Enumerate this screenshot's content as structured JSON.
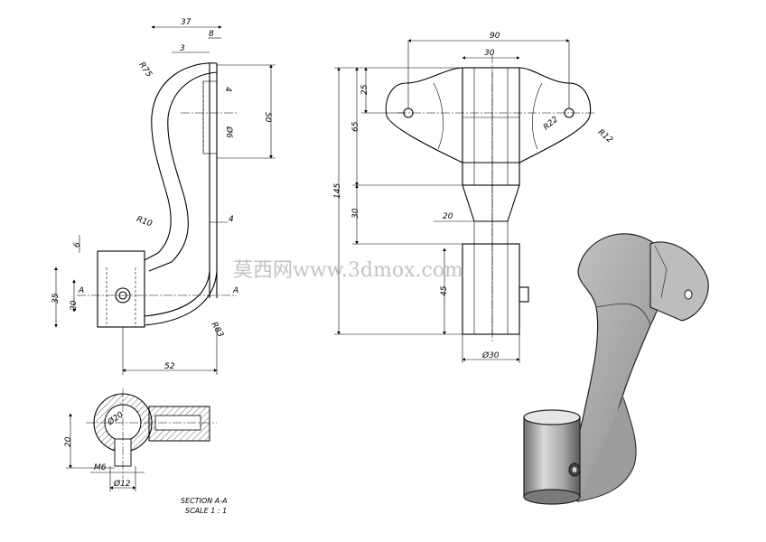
{
  "watermark": "莫西网www.3dmox.com",
  "side_view": {
    "dims": {
      "d37": "37",
      "d8": "8",
      "d3": "3",
      "r75": "R75",
      "d50": "50",
      "d4a": "4",
      "d6": "Ø6",
      "r10": "R10",
      "d4b": "4",
      "d6b": "6",
      "d35": "35",
      "d20": "20",
      "r83": "R83",
      "d52": "52"
    },
    "section_mark": "A"
  },
  "front_view": {
    "dims": {
      "d90": "90",
      "d30top": "30",
      "d25": "25",
      "d65": "65",
      "r22": "R22",
      "r12": "R12",
      "d145": "145",
      "d30": "30",
      "d20": "20",
      "d45": "45",
      "dia30": "Ø30"
    }
  },
  "section_view": {
    "dims": {
      "dia20": "Ø20",
      "d20": "20",
      "m6": "M6",
      "dia12": "Ø12"
    },
    "caption_title": "SECTION A-A",
    "caption_scale": "SCALE 1 : 1"
  }
}
